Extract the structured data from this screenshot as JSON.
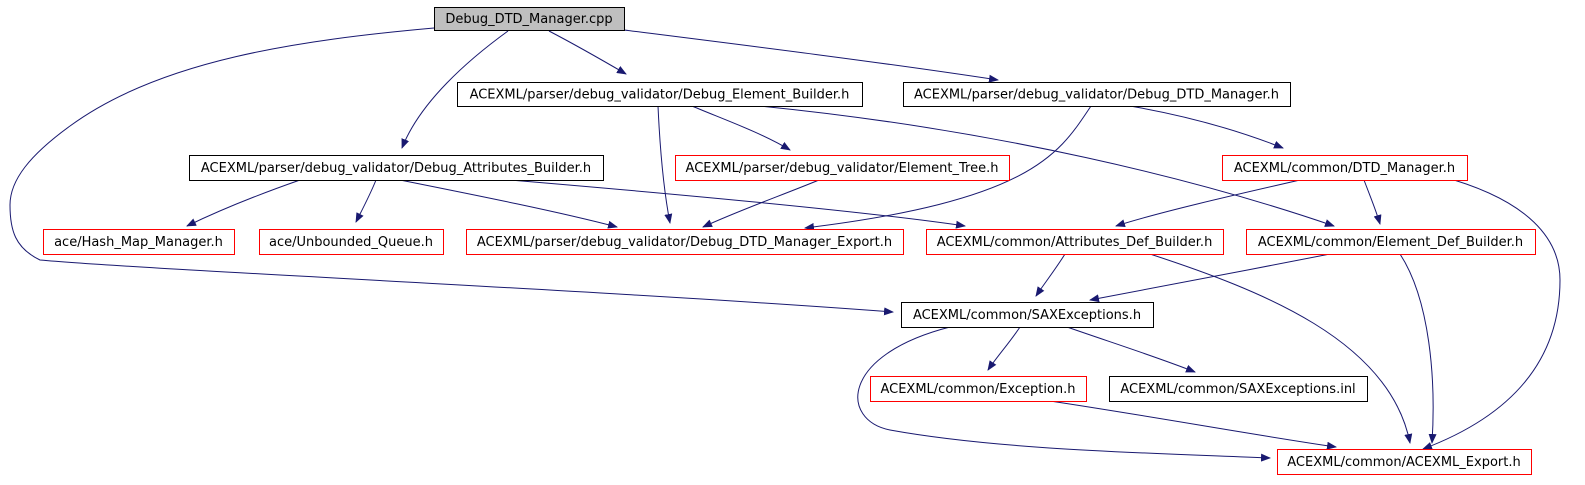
{
  "graph": {
    "nodes": [
      {
        "id": "n_cpp",
        "label": "Debug_DTD_Manager.cpp",
        "style": "root"
      },
      {
        "id": "n_elem_builder",
        "label": "ACEXML/parser/debug_validator/Debug_Element_Builder.h",
        "style": "plain"
      },
      {
        "id": "n_dtd_manager_h",
        "label": "ACEXML/parser/debug_validator/Debug_DTD_Manager.h",
        "style": "plain"
      },
      {
        "id": "n_attr_builder",
        "label": "ACEXML/parser/debug_validator/Debug_Attributes_Builder.h",
        "style": "plain"
      },
      {
        "id": "n_element_tree",
        "label": "ACEXML/parser/debug_validator/Element_Tree.h",
        "style": "red"
      },
      {
        "id": "n_common_dtd",
        "label": "ACEXML/common/DTD_Manager.h",
        "style": "red"
      },
      {
        "id": "n_hash_map",
        "label": "ace/Hash_Map_Manager.h",
        "style": "red"
      },
      {
        "id": "n_unbounded",
        "label": "ace/Unbounded_Queue.h",
        "style": "red"
      },
      {
        "id": "n_export",
        "label": "ACEXML/parser/debug_validator/Debug_DTD_Manager_Export.h",
        "style": "red"
      },
      {
        "id": "n_attr_def",
        "label": "ACEXML/common/Attributes_Def_Builder.h",
        "style": "red"
      },
      {
        "id": "n_elem_def",
        "label": "ACEXML/common/Element_Def_Builder.h",
        "style": "red"
      },
      {
        "id": "n_sax",
        "label": "ACEXML/common/SAXExceptions.h",
        "style": "plain"
      },
      {
        "id": "n_exception",
        "label": "ACEXML/common/Exception.h",
        "style": "red"
      },
      {
        "id": "n_sax_inl",
        "label": "ACEXML/common/SAXExceptions.inl",
        "style": "plain"
      },
      {
        "id": "n_acexml_export",
        "label": "ACEXML/common/ACEXML_Export.h",
        "style": "red"
      }
    ],
    "edges": [
      {
        "from": "n_cpp",
        "to": "n_elem_builder"
      },
      {
        "from": "n_cpp",
        "to": "n_dtd_manager_h"
      },
      {
        "from": "n_cpp",
        "to": "n_attr_builder"
      },
      {
        "from": "n_cpp",
        "to": "n_sax"
      },
      {
        "from": "n_elem_builder",
        "to": "n_element_tree"
      },
      {
        "from": "n_elem_builder",
        "to": "n_export"
      },
      {
        "from": "n_elem_builder",
        "to": "n_elem_def"
      },
      {
        "from": "n_dtd_manager_h",
        "to": "n_common_dtd"
      },
      {
        "from": "n_dtd_manager_h",
        "to": "n_export"
      },
      {
        "from": "n_attr_builder",
        "to": "n_hash_map"
      },
      {
        "from": "n_attr_builder",
        "to": "n_unbounded"
      },
      {
        "from": "n_attr_builder",
        "to": "n_export"
      },
      {
        "from": "n_attr_builder",
        "to": "n_attr_def"
      },
      {
        "from": "n_element_tree",
        "to": "n_export"
      },
      {
        "from": "n_common_dtd",
        "to": "n_attr_def"
      },
      {
        "from": "n_common_dtd",
        "to": "n_elem_def"
      },
      {
        "from": "n_common_dtd",
        "to": "n_acexml_export"
      },
      {
        "from": "n_attr_def",
        "to": "n_sax"
      },
      {
        "from": "n_attr_def",
        "to": "n_acexml_export"
      },
      {
        "from": "n_elem_def",
        "to": "n_sax"
      },
      {
        "from": "n_elem_def",
        "to": "n_acexml_export"
      },
      {
        "from": "n_sax",
        "to": "n_exception"
      },
      {
        "from": "n_sax",
        "to": "n_sax_inl"
      },
      {
        "from": "n_sax",
        "to": "n_acexml_export"
      },
      {
        "from": "n_exception",
        "to": "n_acexml_export"
      }
    ]
  },
  "colors": {
    "edge": "#191970",
    "root_fill": "#bfbfbf",
    "plain_border": "#000000",
    "red_border": "#ff0000",
    "text": "#000000"
  }
}
